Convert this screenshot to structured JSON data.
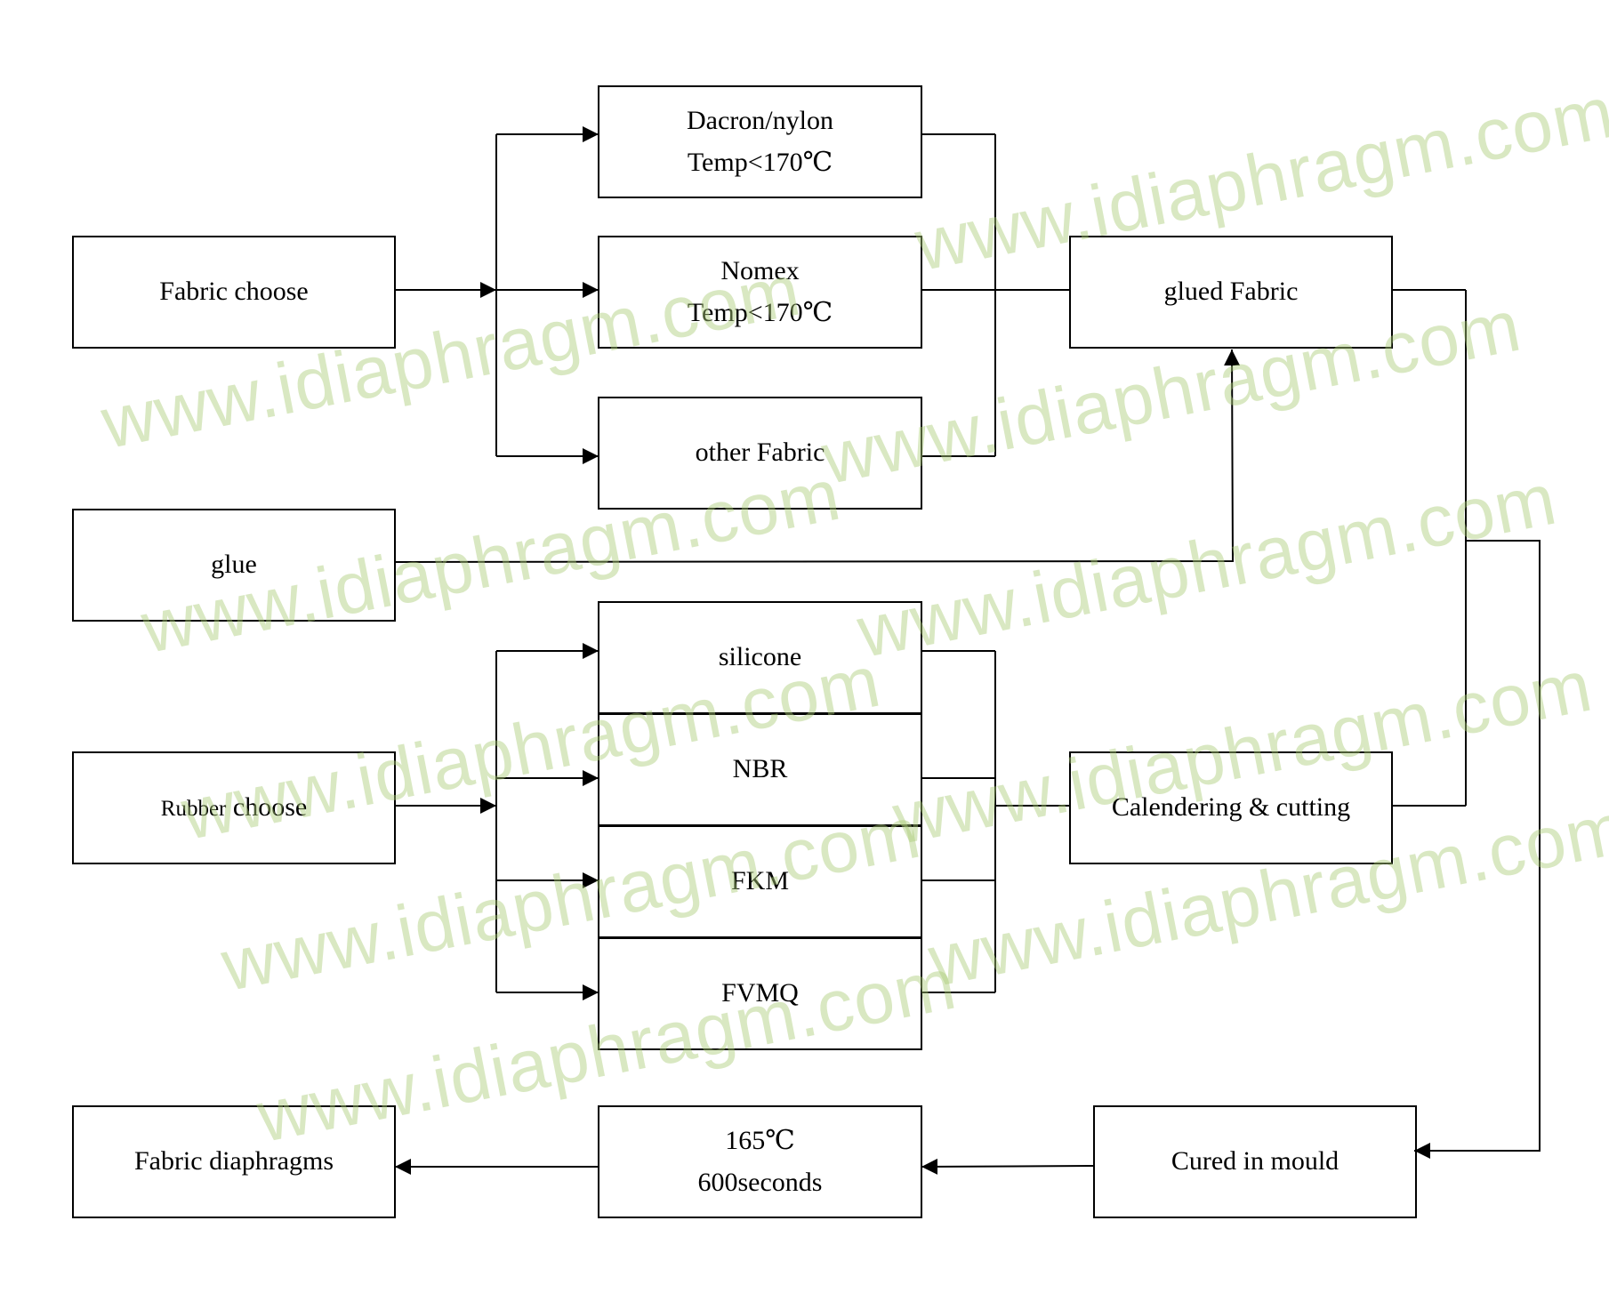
{
  "nodes": {
    "fabric_choose": "Fabric choose",
    "dacron_line1": "Dacron/nylon",
    "dacron_line2": "Temp<170℃",
    "nomex_line1": "Nomex",
    "nomex_line2": "Temp<170℃",
    "other_fabric": "other Fabric",
    "glued_fabric": "glued Fabric",
    "glue": "glue",
    "rubber_choose_part1": "Rubber",
    "rubber_choose_part2": " choose",
    "silicone": "silicone",
    "nbr": "NBR",
    "fkm": "FKM",
    "fvmq": "FVMQ",
    "calendering": "Calendering & cutting",
    "fabric_diaphragms": "Fabric diaphragms",
    "cure_temp": "165℃",
    "cure_time": "600seconds",
    "cured_in_mould": "Cured in mould"
  },
  "watermark": {
    "text": "www.idiaphragm.com",
    "color": "#b5d68a"
  }
}
